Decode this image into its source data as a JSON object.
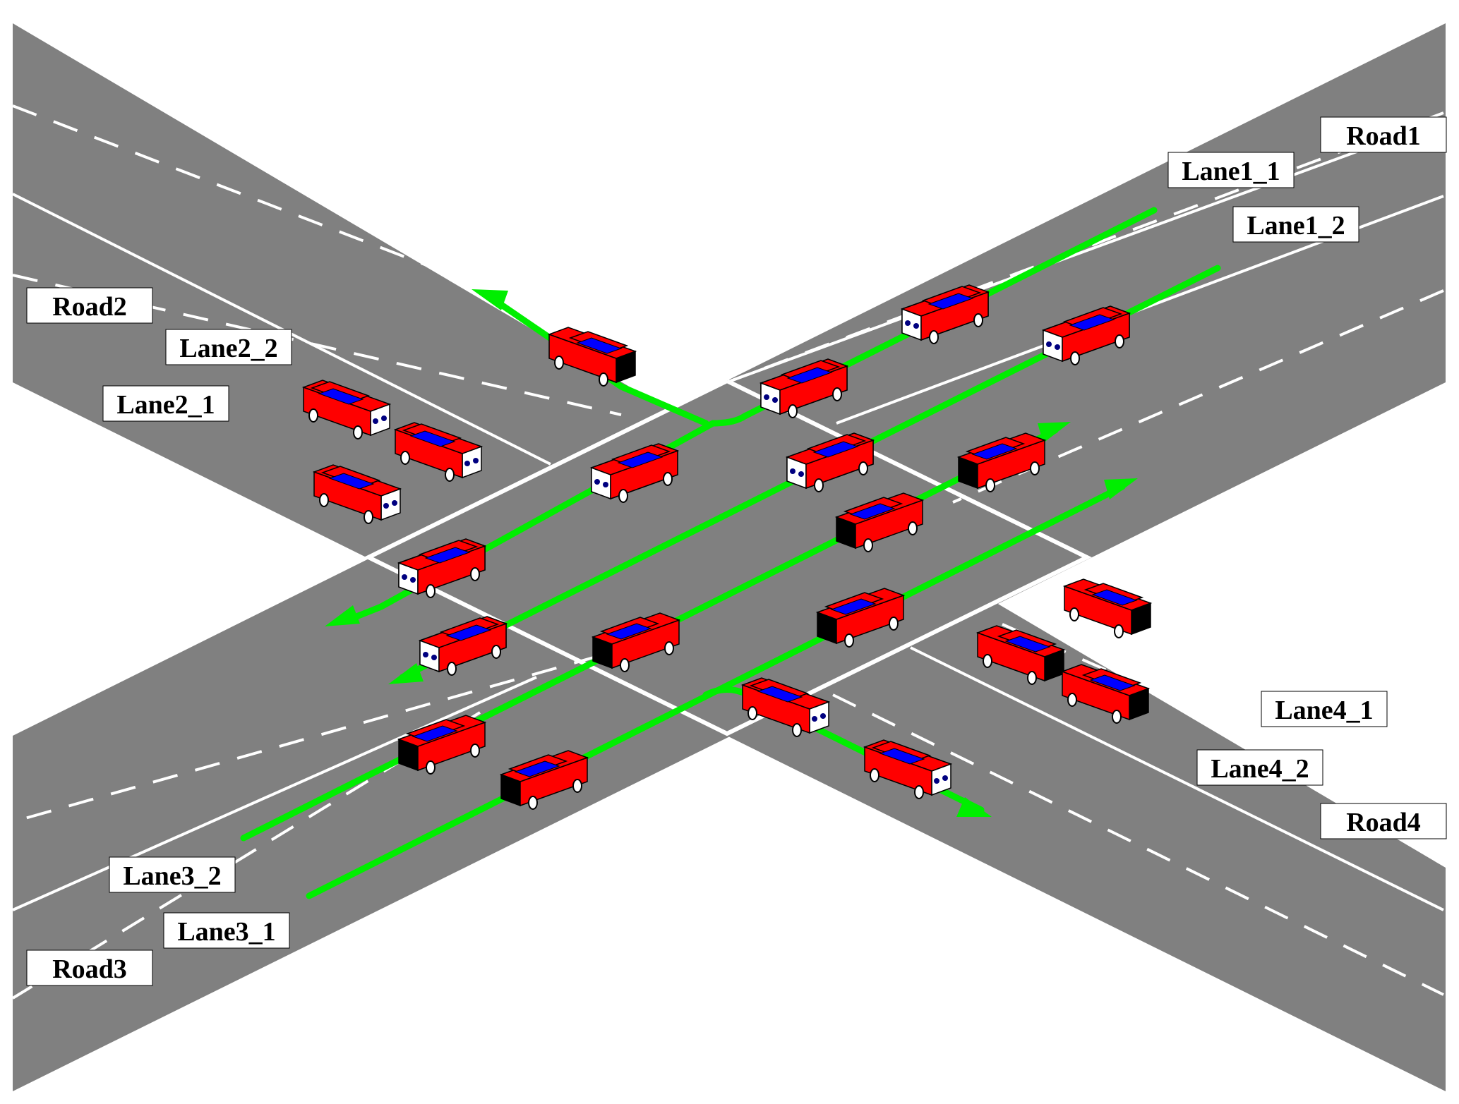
{
  "colors": {
    "background": "#ffffff",
    "road": "#808080",
    "lane_marking": "#ffffff",
    "route_arrow": "#00ee00",
    "car_body": "#ff0000",
    "car_window": "#0000ff",
    "car_front": "#ffffff",
    "car_back": "#000000",
    "headlight": "#000080"
  },
  "labels": {
    "road1": "Road1",
    "road2": "Road2",
    "road3": "Road3",
    "road4": "Road4",
    "lane1_1": "Lane1_1",
    "lane1_2": "Lane1_2",
    "lane2_1": "Lane2_1",
    "lane2_2": "Lane2_2",
    "lane3_1": "Lane3_1",
    "lane3_2": "Lane3_2",
    "lane4_1": "Lane4_1",
    "lane4_2": "Lane4_2"
  },
  "icons": {
    "car": "car-icon",
    "route": "route-arrow-icon"
  }
}
